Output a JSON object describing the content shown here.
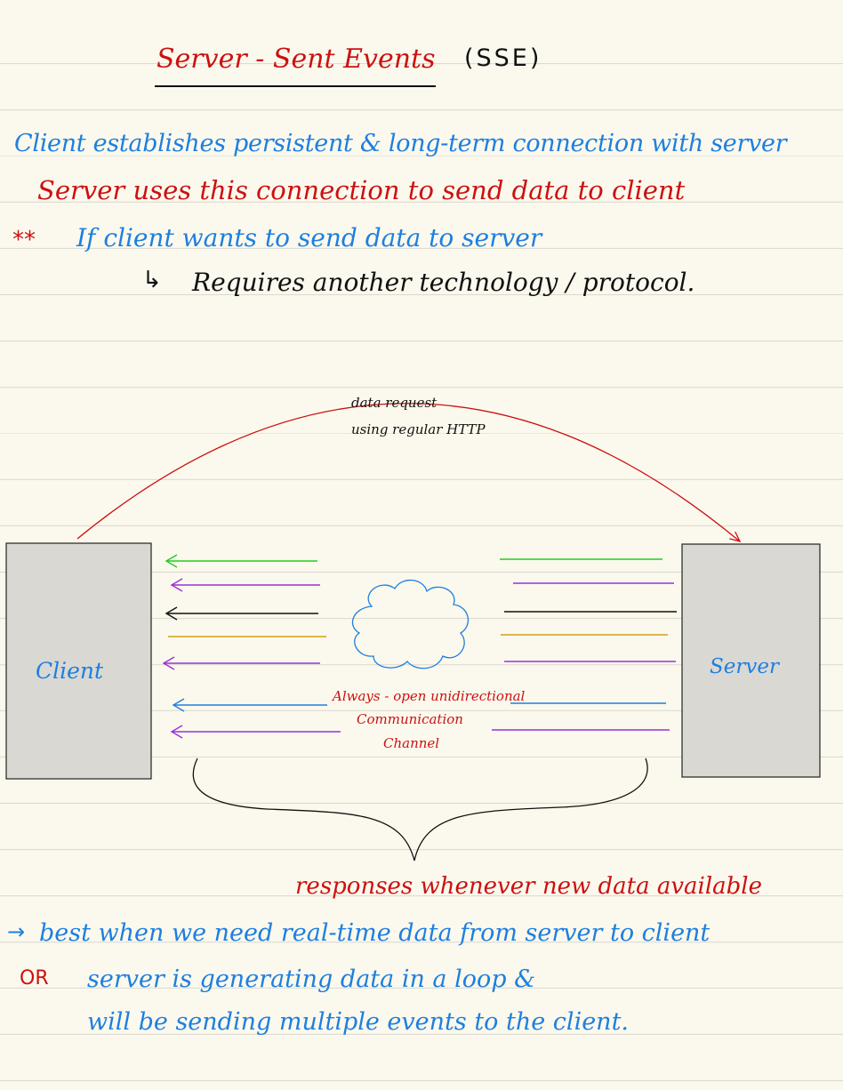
{
  "title": {
    "main": "Server - Sent Events",
    "abbr": "(SSE)"
  },
  "notes": {
    "line1": "Client establishes persistent & long-term connection with server",
    "line2": "Server uses this connection to send data to client",
    "line3_marker": "**",
    "line3": "If client wants to send data to server",
    "line4_arrow": "↳",
    "line4": "Requires another technology / protocol."
  },
  "diagram": {
    "request_label_1": "data request",
    "request_label_2": "using regular HTTP",
    "client_label": "Client",
    "server_label": "Server",
    "channel_label_1": "Always - open unidirectional",
    "channel_label_2": "Communication",
    "channel_label_3": "Channel",
    "responses_label": "responses whenever new data available",
    "arrow_colors": [
      "#22cc22",
      "#9b30d9",
      "#111111",
      "#d4a017",
      "#9b30d9",
      "#1e7fe0",
      "#9b30d9"
    ],
    "request_arrow_color": "#cc1111",
    "cloud_color": "#1e7fe0",
    "box_fill": "#d9d8d2"
  },
  "bottom": {
    "arrow": "→",
    "line1": "best when we need real-time data from server to client",
    "or": "OR",
    "line2": "server is generating data in a loop &",
    "line3": "will be sending multiple events to the client."
  }
}
